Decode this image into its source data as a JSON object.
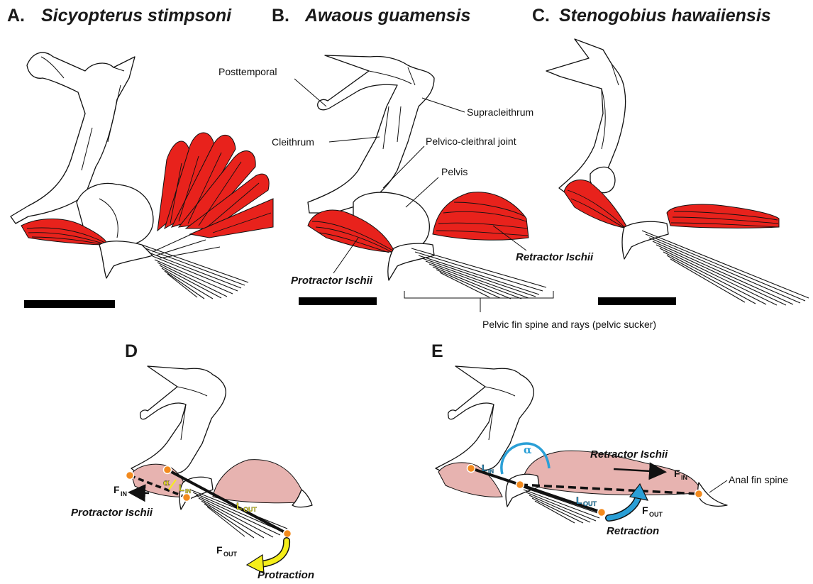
{
  "panels": {
    "a": {
      "letter": "A.",
      "species": "Sicyopterus stimpsoni"
    },
    "b": {
      "letter": "B.",
      "species": "Awaous guamensis"
    },
    "c": {
      "letter": "C.",
      "species": "Stenogobius hawaiiensis"
    },
    "d": {
      "letter": "D"
    },
    "e": {
      "letter": "E"
    }
  },
  "labels": {
    "posttemporal": "Posttemporal",
    "supracleithrum": "Supracleithrum",
    "cleithrum": "Cleithrum",
    "pelvico_cleithral_joint": "Pelvico-cleithral joint",
    "pelvis": "Pelvis",
    "retractor_ischii": "Retractor Ischii",
    "protractor_ischii": "Protractor Ischii",
    "pelvic_fin": "Pelvic fin spine and rays (pelvic sucker)",
    "anal_fin_spine": "Anal fin spine"
  },
  "panel_d": {
    "f_in": "F",
    "f_in_sub": "IN",
    "f_out": "F",
    "f_out_sub": "OUT",
    "l_in": "L",
    "l_in_sub": "IN",
    "l_out": "L",
    "l_out_sub": "OUT",
    "alpha": "α",
    "muscle": "Protractor Ischii",
    "motion": "Protraction"
  },
  "panel_e": {
    "f_in": "F",
    "f_in_sub": "IN",
    "f_out": "F",
    "f_out_sub": "OUT",
    "l_in": "L",
    "l_in_sub": "IN",
    "l_out": "L",
    "l_out_sub": "OUT",
    "alpha": "α",
    "muscle": "Retractor Ischii",
    "motion": "Retraction"
  },
  "colors": {
    "muscle_red": "#e8221c",
    "muscle_pink": "#e7b3b0",
    "pivot_orange": "#f28a1e",
    "arrow_yellow": "#f5ee1a",
    "arrow_blue": "#2a9fd6"
  }
}
